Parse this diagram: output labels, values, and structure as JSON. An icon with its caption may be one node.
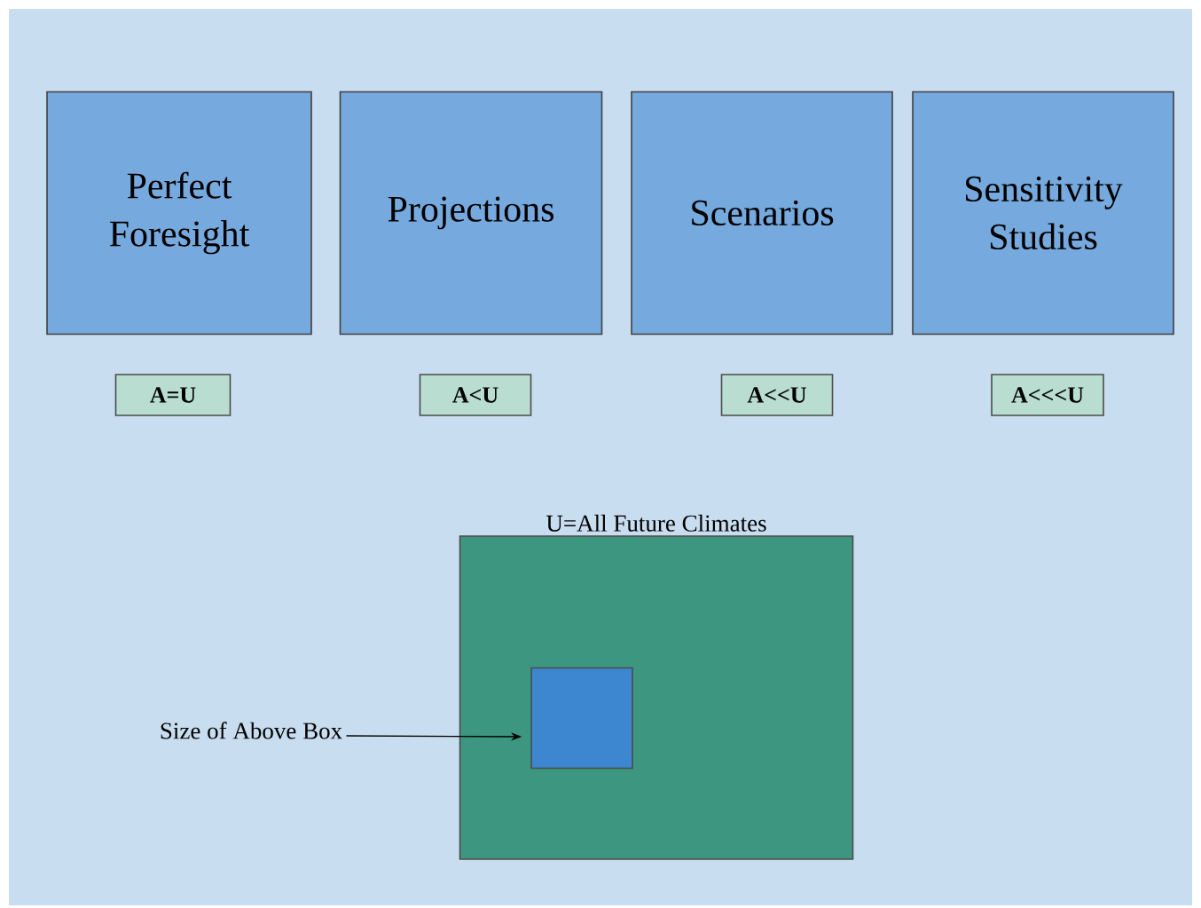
{
  "diagram": {
    "nodes": [
      {
        "text": [
          "Perfect Foresight"
        ]
      },
      {
        "text": [
          "Projections"
        ]
      },
      {
        "text": [
          "Scenarios"
        ]
      },
      {
        "text": [
          "Sensitivity Studies"
        ]
      },
      {
        "text": [
          "A=U"
        ]
      },
      {
        "text": [
          "A<U"
        ]
      },
      {
        "text": [
          "A<<U"
        ]
      },
      {
        "text": [
          "A<<<U"
        ]
      },
      {
        "text": [
          "U=All Future Climates"
        ]
      },
      {
        "text": [],
        "shape": "box",
        "in": 8
      },
      {
        "text": [
          "Size of Above Box"
        ]
      }
    ],
    "edges": [
      {
        "from": 10,
        "to": 9,
        "arrow": "to"
      }
    ]
  }
}
